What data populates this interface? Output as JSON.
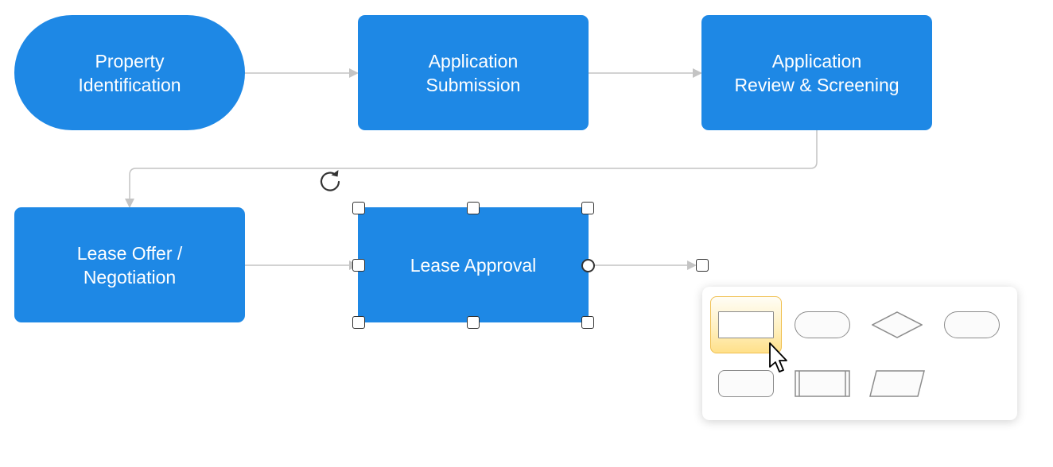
{
  "diagram": {
    "nodes": [
      {
        "id": "property-identification",
        "label": "Property\nIdentification",
        "shape": "terminator"
      },
      {
        "id": "application-submission",
        "label": "Application\nSubmission",
        "shape": "rectangle"
      },
      {
        "id": "application-review",
        "label": "Application\nReview & Screening",
        "shape": "rectangle"
      },
      {
        "id": "lease-offer",
        "label": "Lease Offer /\nNegotiation",
        "shape": "rectangle"
      },
      {
        "id": "lease-approval",
        "label": "Lease Approval",
        "shape": "rectangle",
        "selected": true
      }
    ],
    "edges": [
      {
        "from": "property-identification",
        "to": "application-submission"
      },
      {
        "from": "application-submission",
        "to": "application-review"
      },
      {
        "from": "application-review",
        "to": "lease-offer"
      },
      {
        "from": "lease-offer",
        "to": "lease-approval"
      }
    ],
    "colors": {
      "node_fill": "#1e88e5",
      "node_text": "#ffffff",
      "connector": "#c4c4c4",
      "handle_border": "#333333",
      "palette_highlight": "#ffe08a"
    }
  },
  "shape_palette": {
    "items": [
      {
        "name": "rectangle",
        "icon": "rectangle-shape-icon",
        "selected": true
      },
      {
        "name": "rounded-rectangle",
        "icon": "rounded-rectangle-shape-icon"
      },
      {
        "name": "decision",
        "icon": "diamond-shape-icon"
      },
      {
        "name": "terminator",
        "icon": "pill-shape-icon"
      },
      {
        "name": "rounded-process",
        "icon": "rounded-process-shape-icon"
      },
      {
        "name": "predefined-process",
        "icon": "predefined-process-shape-icon"
      },
      {
        "name": "data",
        "icon": "parallelogram-shape-icon"
      }
    ]
  }
}
